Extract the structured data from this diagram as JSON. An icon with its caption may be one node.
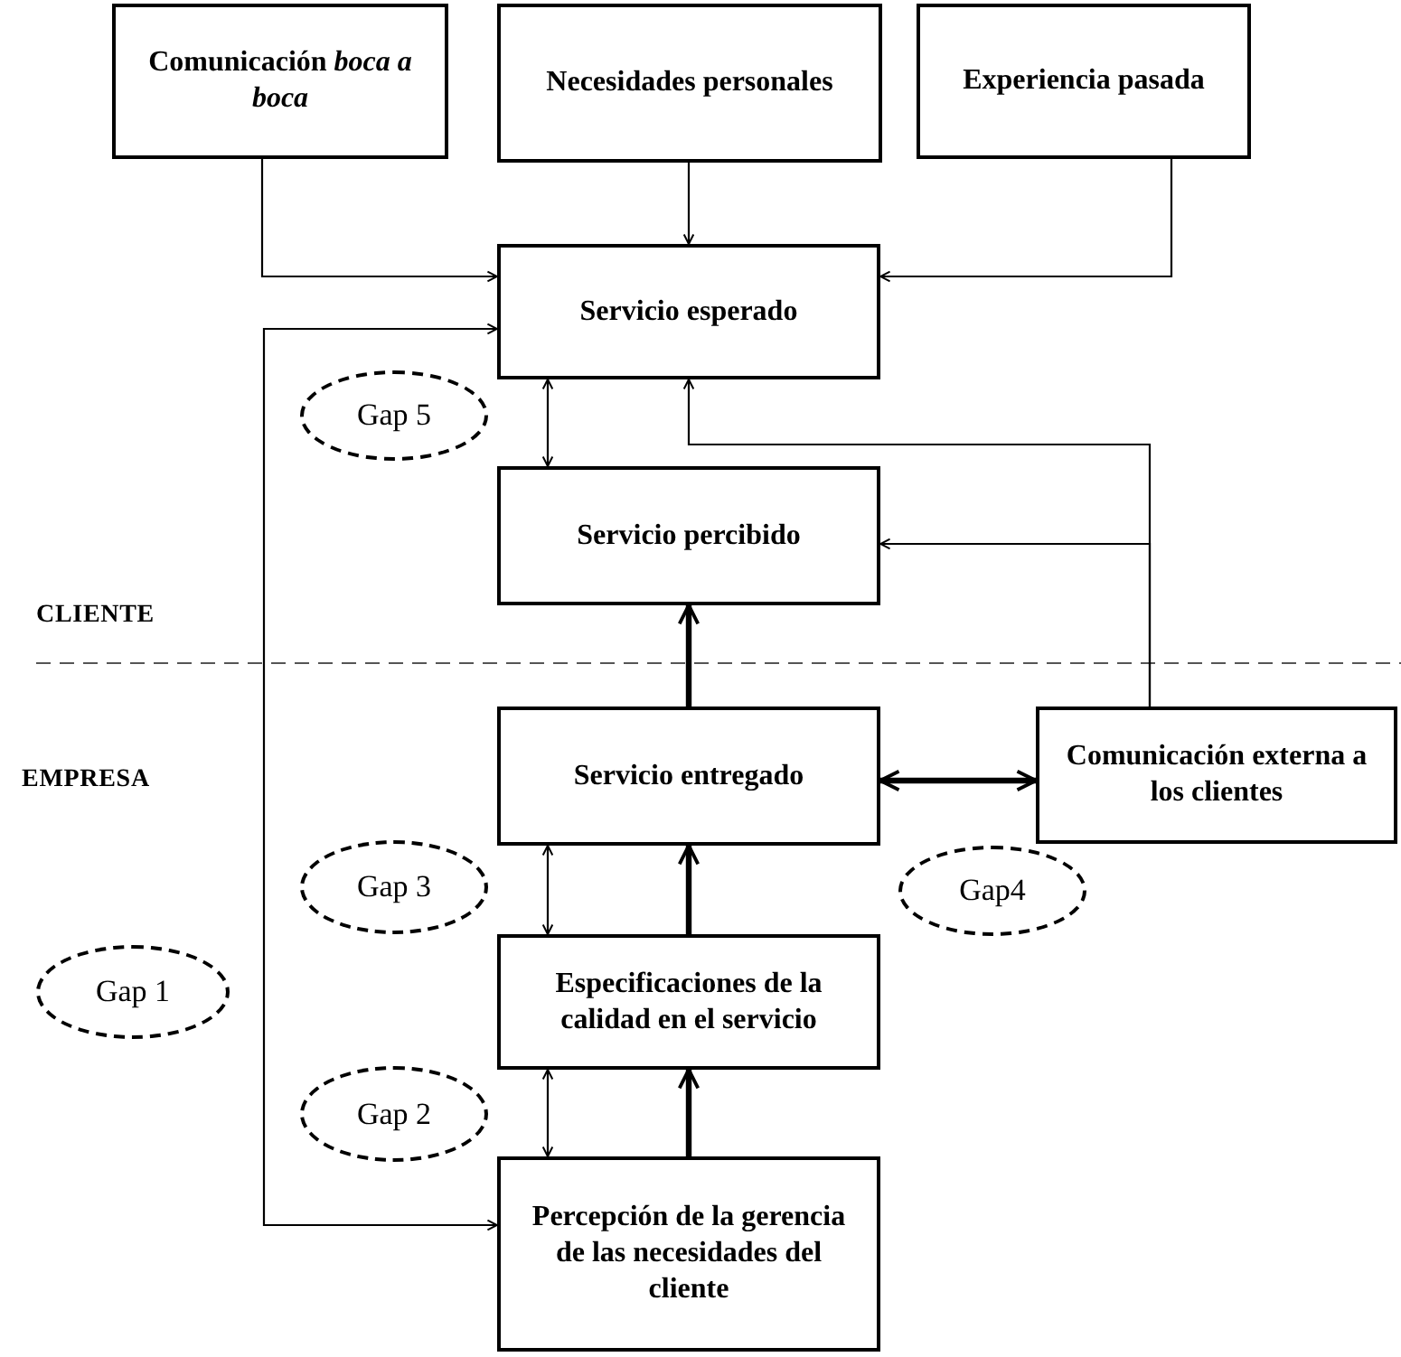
{
  "diagram": {
    "nodes": [
      {
        "text": [
          "Comunicación *boca a boca*"
        ]
      },
      {
        "text": [
          "Necesidades personales"
        ]
      },
      {
        "text": [
          "Experiencia pasada"
        ]
      },
      {
        "text": [
          "Servicio esperado"
        ]
      },
      {
        "text": [
          "Gap 5"
        ]
      },
      {
        "text": [
          "Servicio percibido"
        ]
      },
      {
        "text": [
          "Servicio entregado"
        ]
      },
      {
        "text": [
          "Comunicación externa a los clientes"
        ]
      },
      {
        "text": [
          "Gap 3"
        ]
      },
      {
        "text": [
          "Gap4"
        ]
      },
      {
        "text": [
          "Gap 1"
        ]
      },
      {
        "text": [
          "Especificaciones de la calidad en el servicio"
        ]
      },
      {
        "text": [
          "Gap 2"
        ]
      },
      {
        "text": [
          "Percepción de la gerencia de las necesidades del cliente"
        ]
      }
    ],
    "edges": [
      {
        "from": 0,
        "to": 3,
        "arrow": "to"
      },
      {
        "from": 1,
        "to": 3,
        "arrow": "to"
      },
      {
        "from": 2,
        "to": 3,
        "arrow": "to"
      },
      {
        "from": 3,
        "to": 13,
        "arrow": "both"
      },
      {
        "from": 3,
        "to": 5,
        "arrow": "both"
      },
      {
        "from": 7,
        "to": 3,
        "arrow": "to"
      },
      {
        "from": 7,
        "to": 5,
        "arrow": "to"
      },
      {
        "from": 6,
        "to": 5,
        "arrow": "to",
        "style": "thick"
      },
      {
        "from": 6,
        "to": 7,
        "arrow": "both",
        "style": "thick"
      },
      {
        "from": 6,
        "to": 11,
        "arrow": "both"
      },
      {
        "from": 11,
        "to": 6,
        "arrow": "to",
        "style": "thick"
      },
      {
        "from": 11,
        "to": 13,
        "arrow": "both"
      },
      {
        "from": 13,
        "to": 11,
        "arrow": "to",
        "style": "thick"
      }
    ],
    "labels": [
      "CLIENTE",
      "EMPRESA"
    ]
  }
}
